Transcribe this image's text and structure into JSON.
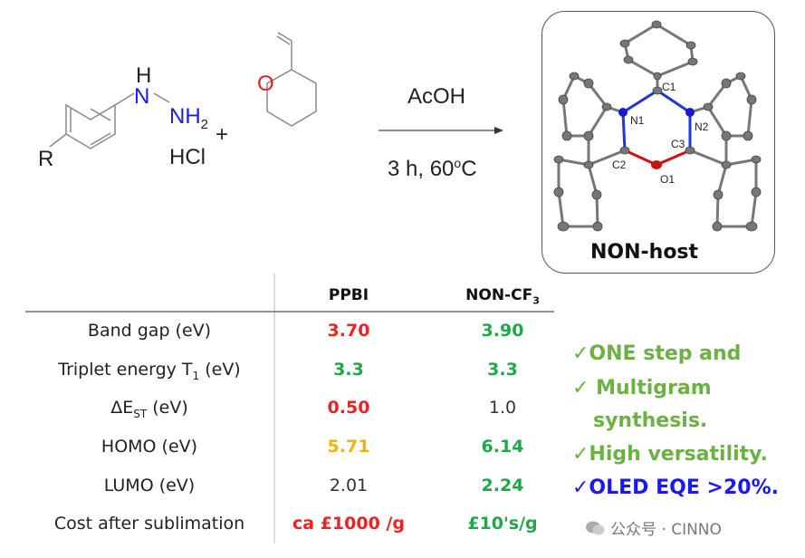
{
  "reaction": {
    "reactant1": {
      "r_group": "R",
      "h": "H",
      "n": "N",
      "nh2": "NH",
      "nh2_sub": "2",
      "salt": "HCl"
    },
    "plus": "+",
    "reactant2": {
      "oxygen": "O"
    },
    "conditions_above": "AcOH",
    "conditions_below": "3 h, 60",
    "conditions_deg": "o",
    "conditions_unit": "C"
  },
  "structure": {
    "title": "NON-host",
    "atom_labels": {
      "c1": "C1",
      "n1": "N1",
      "n2": "N2",
      "c2": "C2",
      "c3": "C3",
      "o1": "O1"
    }
  },
  "table": {
    "headers": {
      "ppbi": "PPBI",
      "non_cf3": "NON-CF",
      "non_cf3_sub": "3"
    },
    "rows": [
      {
        "label": "Band gap (eV)",
        "ppbi": "3.70",
        "non": "3.90",
        "ppbi_color": "#ee2222",
        "non_color": "#1fa84a"
      },
      {
        "label": "Triplet energy T",
        "label_sub": "1",
        "label_tail": " (eV)",
        "ppbi": "3.3",
        "non": "3.3",
        "ppbi_color": "#1fa84a",
        "non_color": "#1fa84a"
      },
      {
        "label": "ΔE",
        "label_sub": "ST",
        "label_tail": " (eV)",
        "ppbi": "0.50",
        "non": "1.0",
        "ppbi_color": "#ee2222",
        "non_color": "#333333"
      },
      {
        "label": "HOMO (eV)",
        "ppbi": "5.71",
        "non": "6.14",
        "ppbi_color": "#f2b400",
        "non_color": "#1fa84a"
      },
      {
        "label": "LUMO (eV)",
        "ppbi": "2.01",
        "non": "2.24",
        "ppbi_color": "#333333",
        "non_color": "#1fa84a"
      },
      {
        "label": "Cost after sublimation",
        "ppbi": "ca £1000 /g",
        "non": "£10's/g",
        "ppbi_color": "#ee2222",
        "non_color": "#1fa84a"
      }
    ]
  },
  "checklist": [
    {
      "text": "✓ONE step and",
      "color": "#6bb144"
    },
    {
      "text": "✓ Multigram",
      "color": "#6bb144"
    },
    {
      "text": "synthesis.",
      "color": "#6bb144"
    },
    {
      "text": "✓High versatility.",
      "color": "#6bb144"
    },
    {
      "text": "✓OLED EQE >20%.",
      "color": "#1a1aee"
    }
  ],
  "watermark": "公众号 · CINNO"
}
